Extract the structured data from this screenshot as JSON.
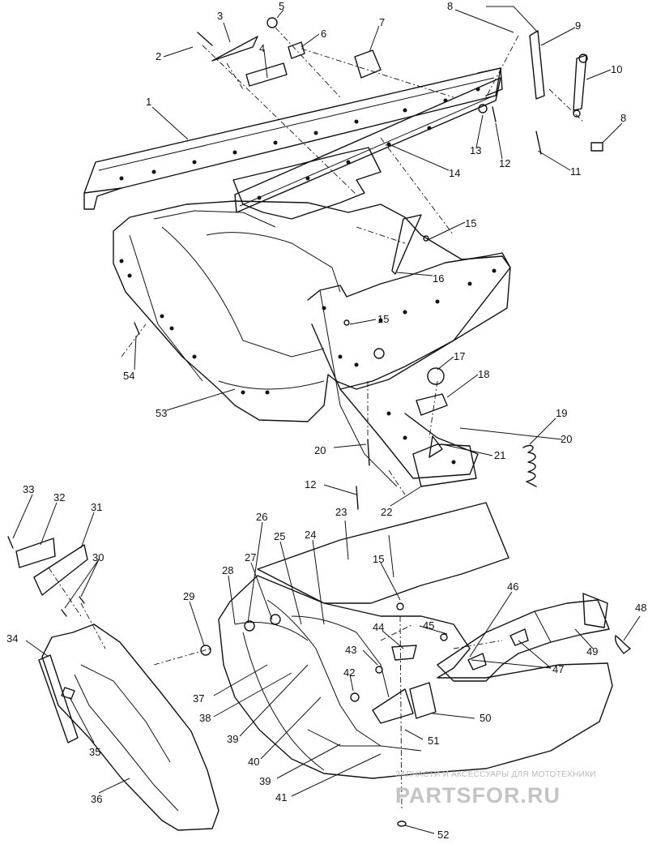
{
  "callouts": [
    {
      "id": "c1",
      "text": "1"
    },
    {
      "id": "c2",
      "text": "2"
    },
    {
      "id": "c3",
      "text": "3"
    },
    {
      "id": "c4",
      "text": "4"
    },
    {
      "id": "c5",
      "text": "5"
    },
    {
      "id": "c6",
      "text": "6"
    },
    {
      "id": "c7",
      "text": "7"
    },
    {
      "id": "c8a",
      "text": "8"
    },
    {
      "id": "c8b",
      "text": "8"
    },
    {
      "id": "c9",
      "text": "9"
    },
    {
      "id": "c10",
      "text": "10"
    },
    {
      "id": "c11",
      "text": "11"
    },
    {
      "id": "c12a",
      "text": "12"
    },
    {
      "id": "c12b",
      "text": "12"
    },
    {
      "id": "c13",
      "text": "13"
    },
    {
      "id": "c14",
      "text": "14"
    },
    {
      "id": "c15a",
      "text": "15"
    },
    {
      "id": "c15b",
      "text": "15"
    },
    {
      "id": "c15c",
      "text": "15"
    },
    {
      "id": "c16",
      "text": "16"
    },
    {
      "id": "c17",
      "text": "17"
    },
    {
      "id": "c18",
      "text": "18"
    },
    {
      "id": "c19",
      "text": "19"
    },
    {
      "id": "c20a",
      "text": "20"
    },
    {
      "id": "c20b",
      "text": "20"
    },
    {
      "id": "c21",
      "text": "21"
    },
    {
      "id": "c22",
      "text": "22"
    },
    {
      "id": "c23",
      "text": "23"
    },
    {
      "id": "c24",
      "text": "24"
    },
    {
      "id": "c25",
      "text": "25"
    },
    {
      "id": "c26",
      "text": "26"
    },
    {
      "id": "c27",
      "text": "27"
    },
    {
      "id": "c28",
      "text": "28"
    },
    {
      "id": "c29",
      "text": "29"
    },
    {
      "id": "c30",
      "text": "30"
    },
    {
      "id": "c31",
      "text": "31"
    },
    {
      "id": "c32",
      "text": "32"
    },
    {
      "id": "c33",
      "text": "33"
    },
    {
      "id": "c34",
      "text": "34"
    },
    {
      "id": "c35",
      "text": "35"
    },
    {
      "id": "c36",
      "text": "36"
    },
    {
      "id": "c37",
      "text": "37"
    },
    {
      "id": "c38",
      "text": "38"
    },
    {
      "id": "c39a",
      "text": "39"
    },
    {
      "id": "c39b",
      "text": "39"
    },
    {
      "id": "c40",
      "text": "40"
    },
    {
      "id": "c41",
      "text": "41"
    },
    {
      "id": "c42",
      "text": "42"
    },
    {
      "id": "c43",
      "text": "43"
    },
    {
      "id": "c44",
      "text": "44"
    },
    {
      "id": "c45",
      "text": "45"
    },
    {
      "id": "c46",
      "text": "46"
    },
    {
      "id": "c47",
      "text": "47"
    },
    {
      "id": "c48",
      "text": "48"
    },
    {
      "id": "c49",
      "text": "49"
    },
    {
      "id": "c50",
      "text": "50"
    },
    {
      "id": "c51",
      "text": "51"
    },
    {
      "id": "c52",
      "text": "52"
    },
    {
      "id": "c53",
      "text": "53"
    },
    {
      "id": "c54",
      "text": "54"
    }
  ],
  "watermark": {
    "tagline": "ЗАПЧАСТИ И АКСЕССУАРЫ ДЛЯ МОТОТЕХНИКИ",
    "brand": "PARTSFOR.RU"
  }
}
